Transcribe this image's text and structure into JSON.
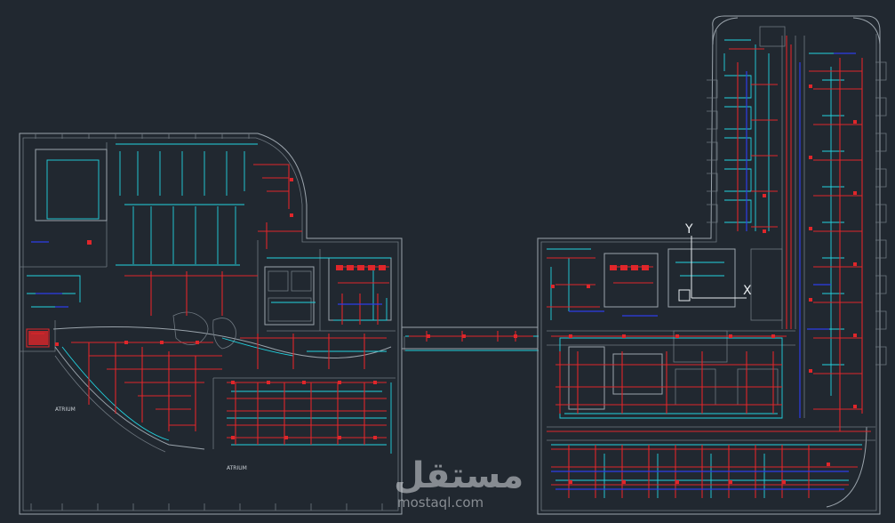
{
  "labels": {
    "atrium_upper": "ATRIUM",
    "atrium_lower": "ATRIUM"
  },
  "ucs": {
    "y_axis": "Y",
    "x_axis_mark": "X"
  },
  "watermark": {
    "arabic": "مستقل",
    "latin": "mostaql.com"
  },
  "colors": {
    "background": "#212830",
    "walls": "#9aa3ab",
    "cyan_lines": "#22d3e0",
    "red_lines": "#e0262a",
    "blue_lines": "#2e3de8"
  }
}
